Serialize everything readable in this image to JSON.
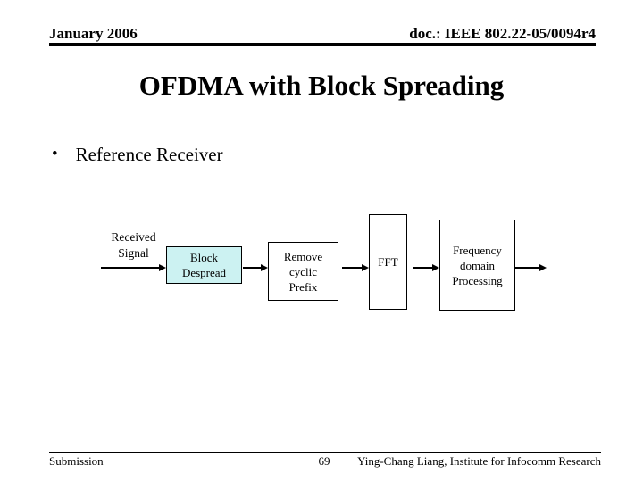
{
  "slide": {
    "header": {
      "left": "January 2006",
      "right": "doc.: IEEE 802.22-05/0094r4"
    },
    "title": "OFDMA with Block Spreading",
    "bullets": [
      {
        "marker": "•",
        "text": "Reference Receiver"
      }
    ],
    "footer": {
      "left": "Submission",
      "page_number": "69",
      "right": "Ying-Chang Liang, Institute for Infocomm Research"
    }
  },
  "diagram": {
    "input_label_lines": [
      "Received",
      "Signal"
    ],
    "blocks": [
      {
        "name": "block-despread",
        "lines": [
          "Block",
          "Despread"
        ],
        "fill": "#CCF2F2"
      },
      {
        "name": "remove-cyclic-prefix",
        "lines": [
          "Remove",
          "cyclic",
          "Prefix"
        ],
        "fill": "#FFFFFF"
      },
      {
        "name": "fft",
        "lines": [
          "FFT"
        ],
        "fill": "#FFFFFF"
      },
      {
        "name": "frequency-domain-processing",
        "lines": [
          "Frequency",
          "domain",
          "Processing"
        ],
        "fill": "#FFFFFF"
      }
    ],
    "flow_arrow_count": 5
  },
  "colors": {
    "background": "#FFFFFF",
    "text": "#000000",
    "block_despread_fill": "#CCF2F2"
  }
}
